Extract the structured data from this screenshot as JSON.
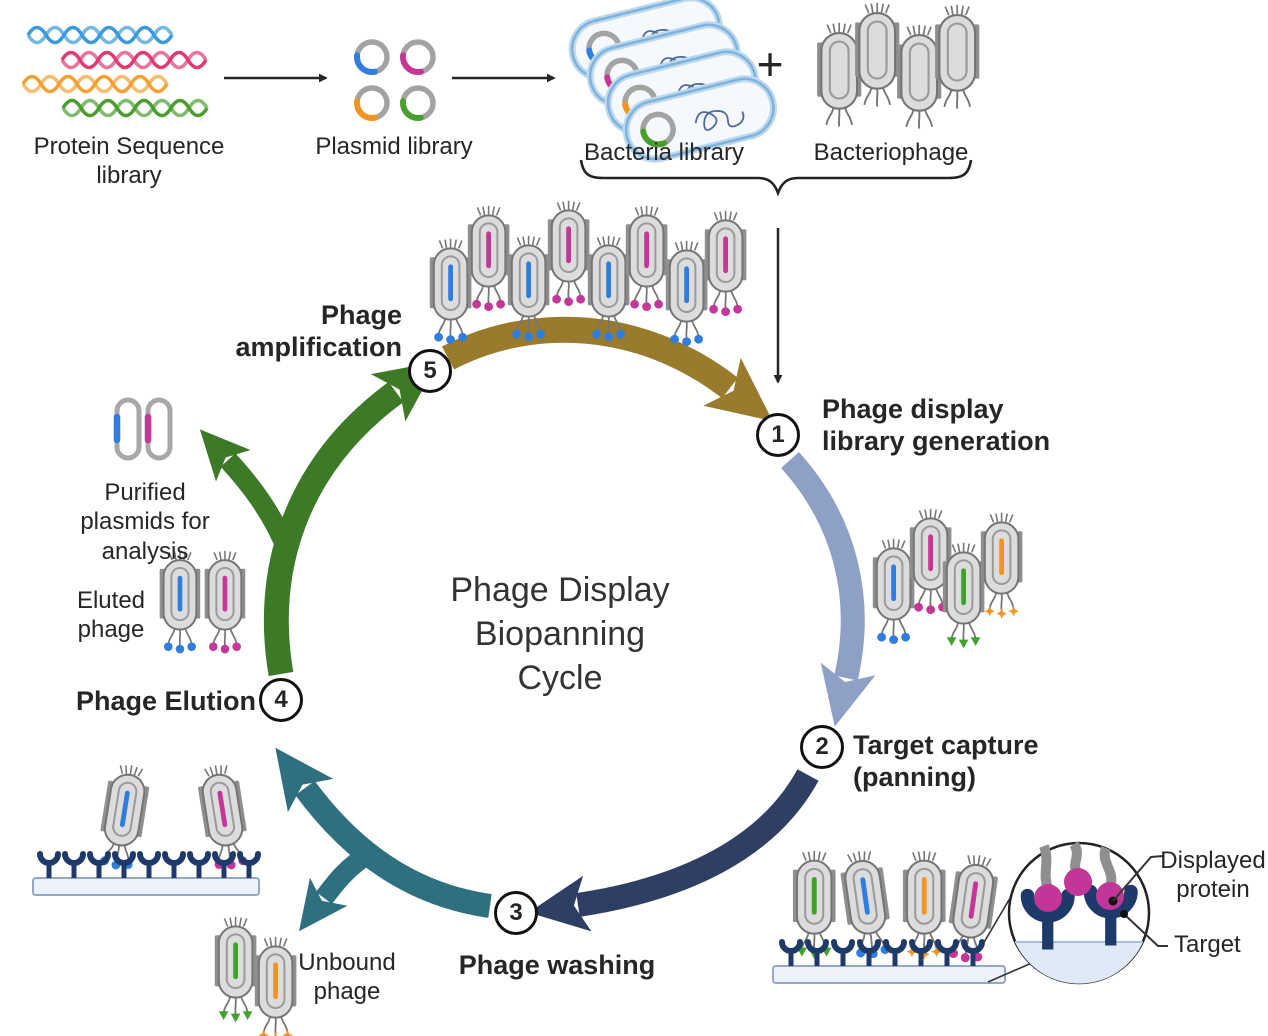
{
  "title": "Phage Display\nBiopanning\nCycle",
  "top_row": {
    "protein_label": "Protein Sequence library",
    "plasmid_label": "Plasmid library",
    "bacteria_label": "Bacteria library",
    "bacteriophage_label": "Bacteriophage",
    "plus": "+"
  },
  "steps": [
    {
      "num": "1",
      "label": "Phage display\nlibrary generation"
    },
    {
      "num": "2",
      "label": "Target capture\n(panning)"
    },
    {
      "num": "3",
      "label": "Phage washing"
    },
    {
      "num": "4",
      "label": "Phage Elution"
    },
    {
      "num": "5",
      "label": "Phage\namplification"
    }
  ],
  "annotations": {
    "purified_plasmids": "Purified\nplasmids for\nanalysis",
    "eluted_phage": "Eluted\nphage",
    "unbound_phage": "Unbound\nphage",
    "displayed_protein": "Displayed\nprotein",
    "target": "Target"
  },
  "colors": {
    "dna_blue": "#2f7de1",
    "dna_magenta": "#c53697",
    "dna_pink_helix": "#e03a76",
    "dna_orange": "#f29422",
    "dna_green": "#3fa32b",
    "arrow_olive": "#9a7b2d",
    "arrow_steelblue": "#8fa0c6",
    "arrow_navy": "#2e3f63",
    "arrow_teal": "#2e6f80",
    "arrow_green": "#3c7a28",
    "target_navy": "#1e3a6b",
    "protein_magenta": "#c13697",
    "bacteria_outline": "#7fb2dc",
    "surface_fill": "#eef3fb"
  }
}
